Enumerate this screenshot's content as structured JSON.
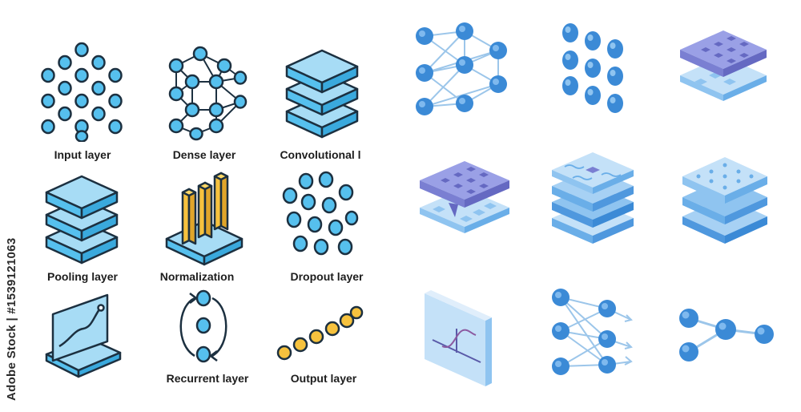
{
  "labels": {
    "input": "Input layer",
    "dense": "Dense layer",
    "conv": "Convolutional l",
    "pooling": "Pooling layer",
    "normalization": "Normalization",
    "dropout": "Dropout layer",
    "recurrent": "Recurrent layer",
    "output": "Output layer"
  },
  "watermark": "Adobe Stock | #1539121063",
  "colors": {
    "outline": "#1c3040",
    "line_fill": "#56c0ee",
    "line_fill_light": "#a7dcf5",
    "yellow": "#f6c23e",
    "iso_node": "#3b8ad6",
    "iso_light": "#c4e1f8",
    "iso_mid": "#8fc4f0",
    "iso_purple": "#7a7fd2"
  }
}
